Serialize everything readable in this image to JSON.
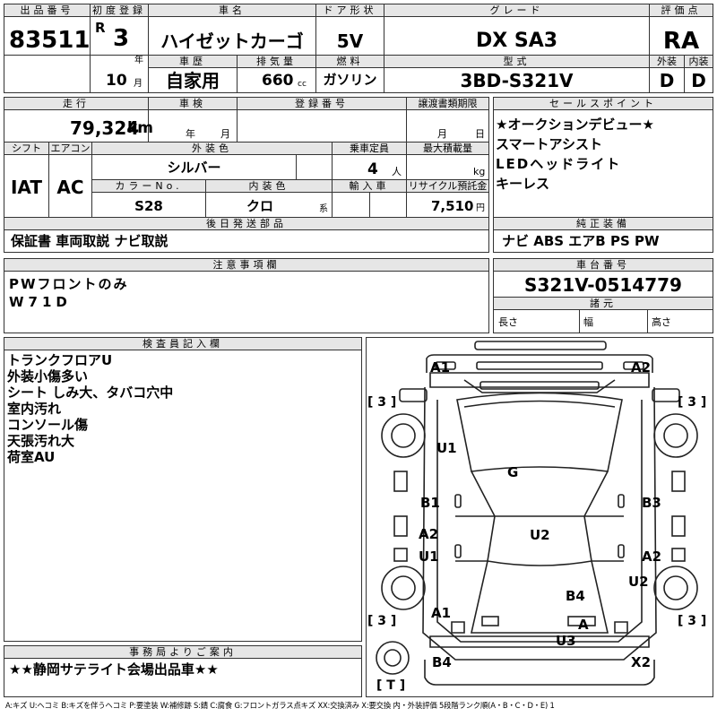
{
  "header": {
    "lot_no_label": "出品番号",
    "lot_no": "83511",
    "first_reg_label": "初度登録",
    "era": "R",
    "year": "3",
    "year_unit": "年",
    "month": "10",
    "month_unit": "月",
    "car_name_label": "車名",
    "car_name": "ハイゼットカーゴ",
    "doors_label": "ドア形状",
    "doors": "5V",
    "grade_label": "グレード",
    "grade": "DX SA3",
    "score_label": "評価点",
    "score": "RA",
    "history_label": "車歴",
    "history": "自家用",
    "displacement_label": "排気量",
    "displacement": "660",
    "displacement_unit": "cc",
    "fuel_label": "燃料",
    "fuel": "ガソリン",
    "model_label": "型式",
    "model": "3BD-S321V",
    "ext_label": "外装",
    "ext": "D",
    "int_label": "内装",
    "int": "D"
  },
  "info": {
    "mileage_label": "走行",
    "mileage": "79,324",
    "mileage_unit": "km",
    "inspection_label": "車検",
    "insp_year_unit": "年",
    "insp_month_unit": "月",
    "reg_no_label": "登録番号",
    "transfer_label": "譲渡書類期限",
    "transfer_month_unit": "月",
    "transfer_day_unit": "日",
    "shift_label": "シフト",
    "shift": "IAT",
    "ac_label": "エアコン",
    "ac": "AC",
    "ext_color_label": "外装色",
    "ext_color": "シルバー",
    "capacity_label": "乗車定員",
    "capacity": "4",
    "capacity_unit": "人",
    "load_label": "最大積載量",
    "load_unit": "kg",
    "color_no_label": "カラーNo.",
    "color_no": "S28",
    "int_color_label": "内装色",
    "int_color": "クロ",
    "int_color_unit": "系",
    "import_label": "輸入車",
    "recycle_label": "リサイクル預託金",
    "recycle": "7,510",
    "recycle_unit": "円",
    "later_parts_label": "後日発送部品",
    "later_parts": "保証書 車両取説 ナビ取説"
  },
  "sales": {
    "label": "セールスポイント",
    "points": [
      "★オークションデビュー★",
      "スマートアシスト",
      "LEDヘッドライト",
      "キーレス"
    ],
    "equip_label": "純正装備",
    "equip": "ナビ ABS エアB PS PW"
  },
  "caution": {
    "label": "注意事項欄",
    "lines": [
      "PWフロントのみ",
      "W71D"
    ]
  },
  "chassis": {
    "label": "車台番号",
    "number": "S321V-0514779",
    "dims_label": "諸元",
    "length_label": "長さ",
    "width_label": "幅",
    "height_label": "高さ"
  },
  "inspector": {
    "label": "検査員記入欄",
    "lines": [
      "トランクフロアU",
      "外装小傷多い",
      "シート しみ大、タバコ穴中",
      "室内汚れ",
      "コンソール傷",
      "天張汚れ大",
      "荷室AU"
    ]
  },
  "office": {
    "label": "事務局よりご案内",
    "text": "★★静岡サテライト会場出品車★★"
  },
  "diagram": {
    "marks": {
      "a1_top": "A1",
      "a2_top": "A2",
      "u1_left": "U1",
      "g": "G",
      "b1": "B1",
      "b3": "B3",
      "a2_left": "A2",
      "u1_left2": "U1",
      "u2_center": "U2",
      "a2_right": "A2",
      "u2_right": "U2",
      "b4_mid": "B4",
      "a1_lower": "A1",
      "a_center": "A",
      "u3": "U3",
      "b4_bottom": "B4",
      "x2": "X2"
    },
    "tires": {
      "fl": "[ 3 ]",
      "fr": "[ 3 ]",
      "rl": "[ 3 ]",
      "rr": "[ 3 ]",
      "spare": "[ T ]"
    }
  },
  "legend": "A:キズ U:ヘコミ B:キズを伴うヘコミ P:要塗装 W:補修跡 S:錆 C:腐食 G:フロントガラス点キズ XX:交換済み X:要交換 内・外装評価 5段階ランク順(A・B・C・D・E) 1"
}
